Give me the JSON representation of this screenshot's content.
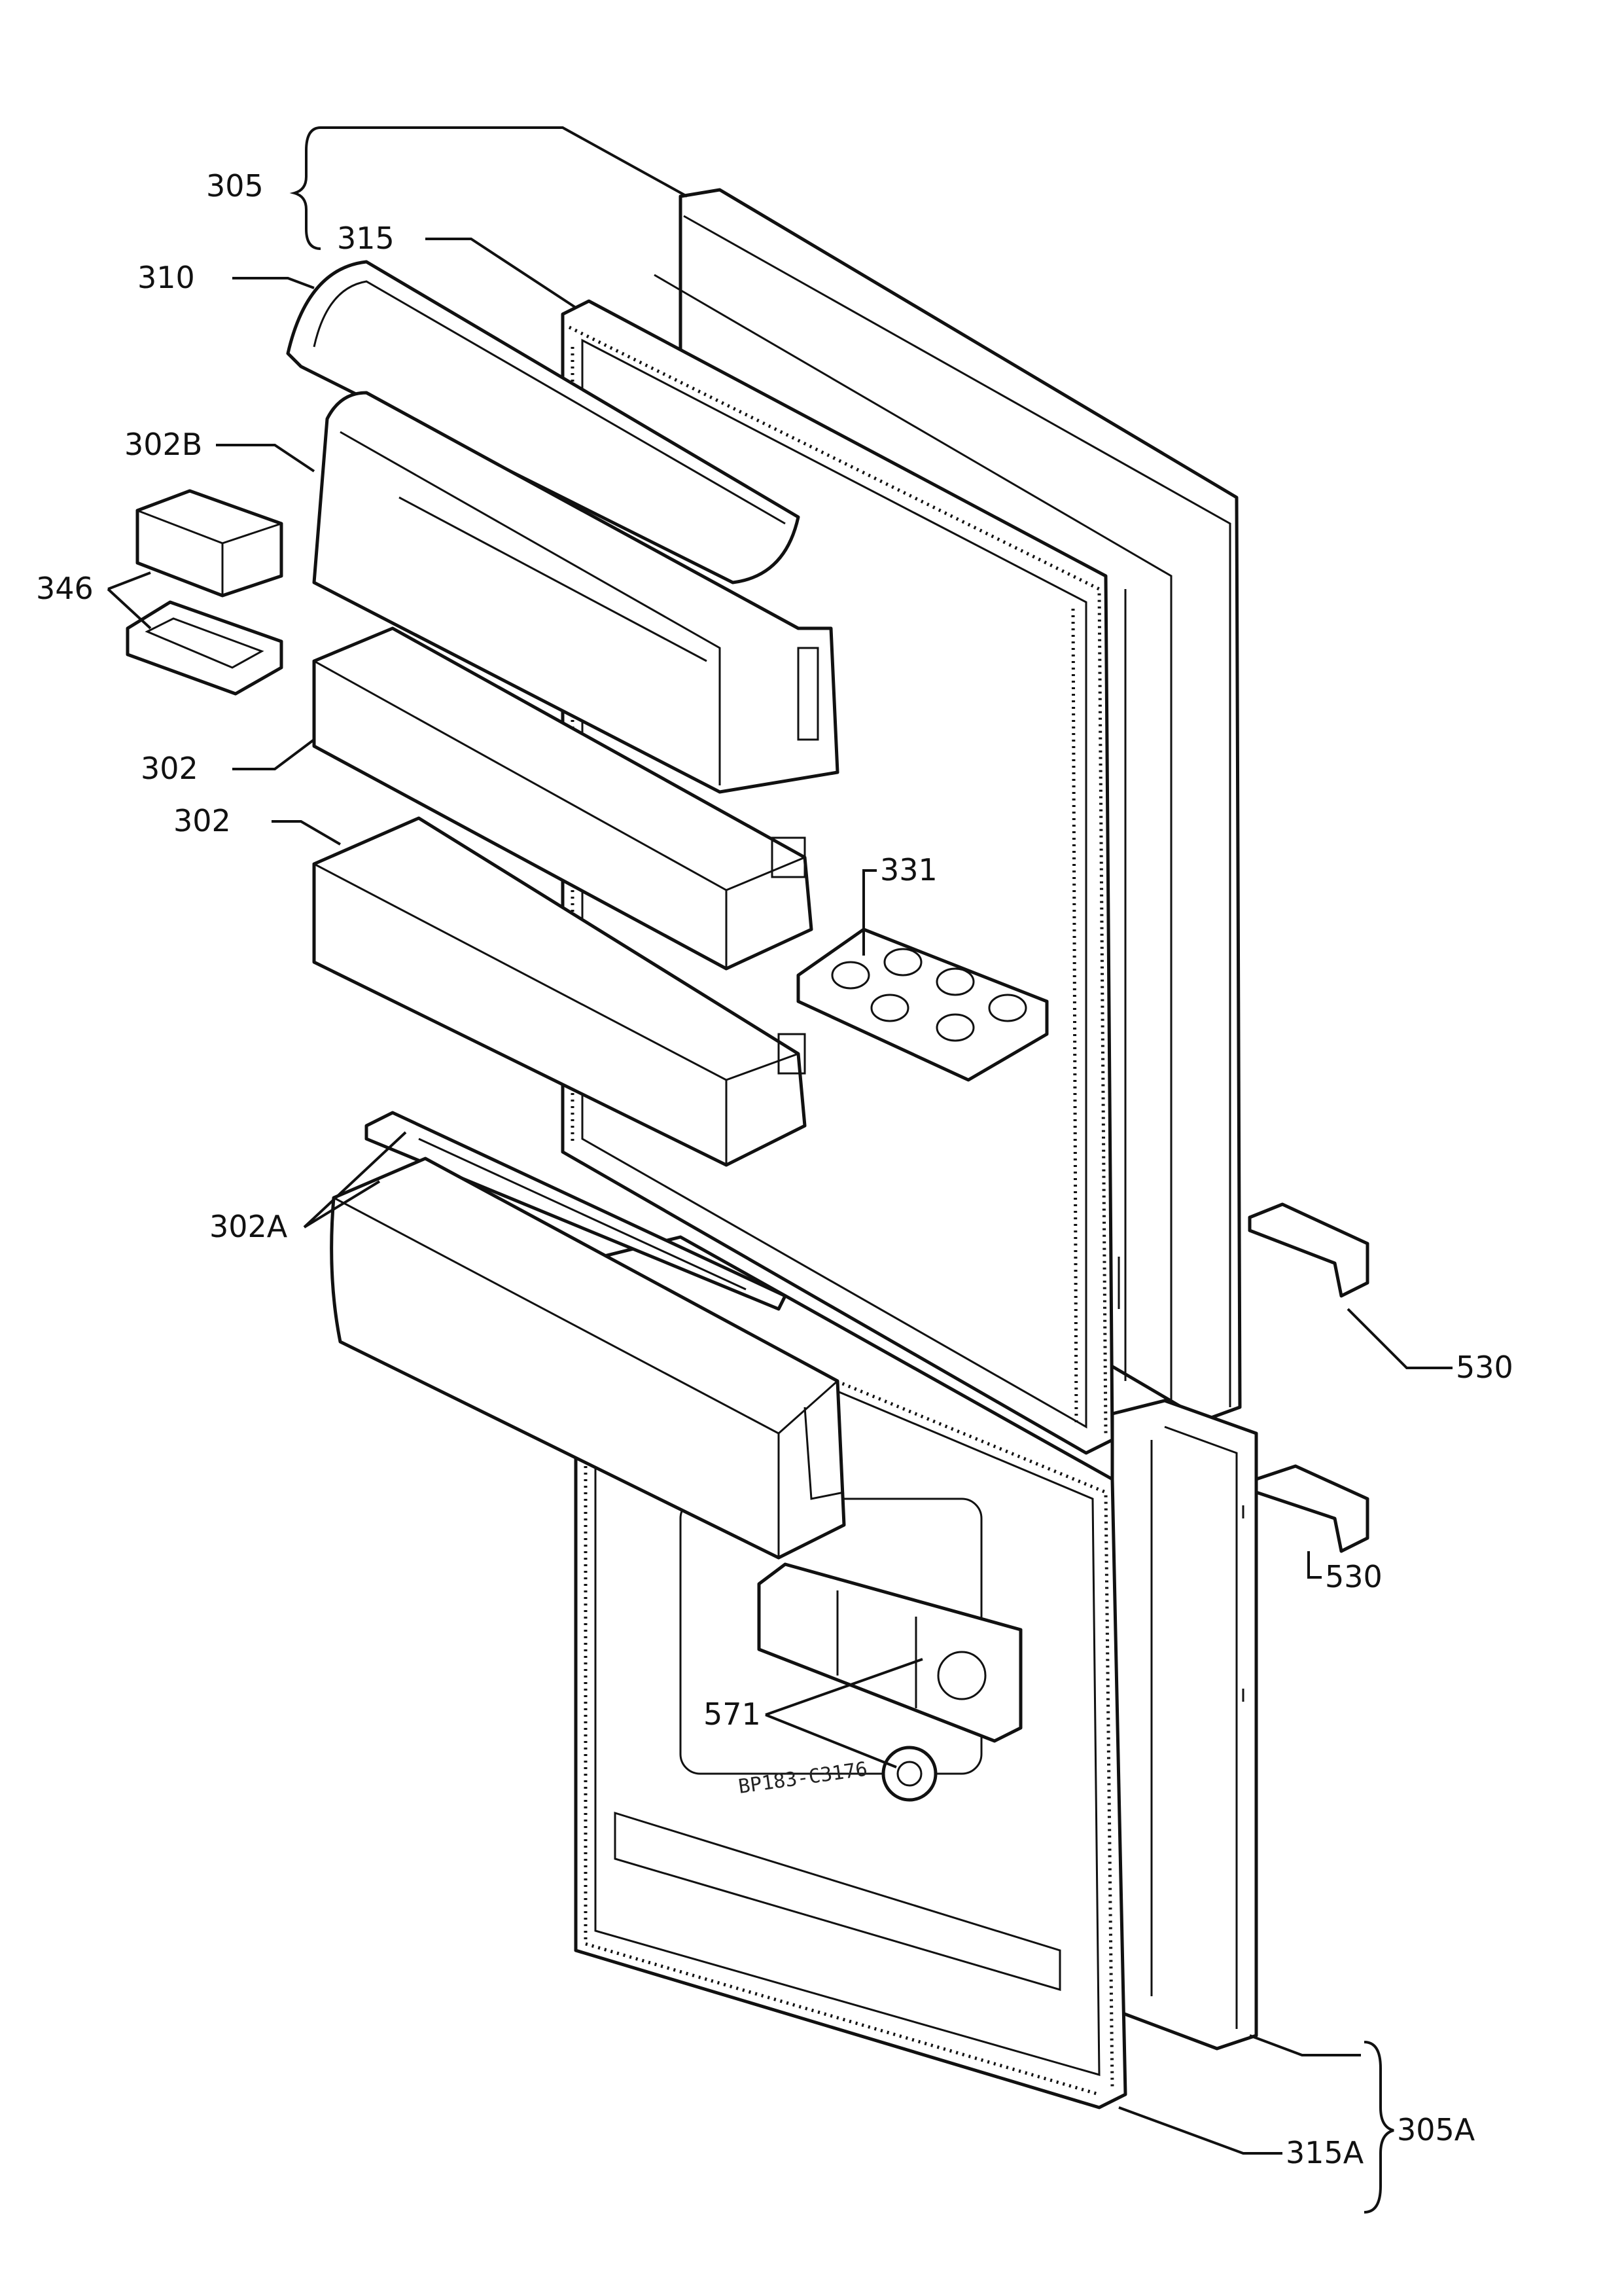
{
  "labels": {
    "l305": "305",
    "l315": "315",
    "l310": "310",
    "l302b": "302B",
    "l346": "346",
    "l302a_top": "302",
    "l302b_mid": "302",
    "l331": "331",
    "l302a": "302A",
    "l530a": "530",
    "l530b": "530",
    "l571": "571",
    "l305a": "305A",
    "l315a": "315A"
  },
  "stamp": "BP183-C3176"
}
